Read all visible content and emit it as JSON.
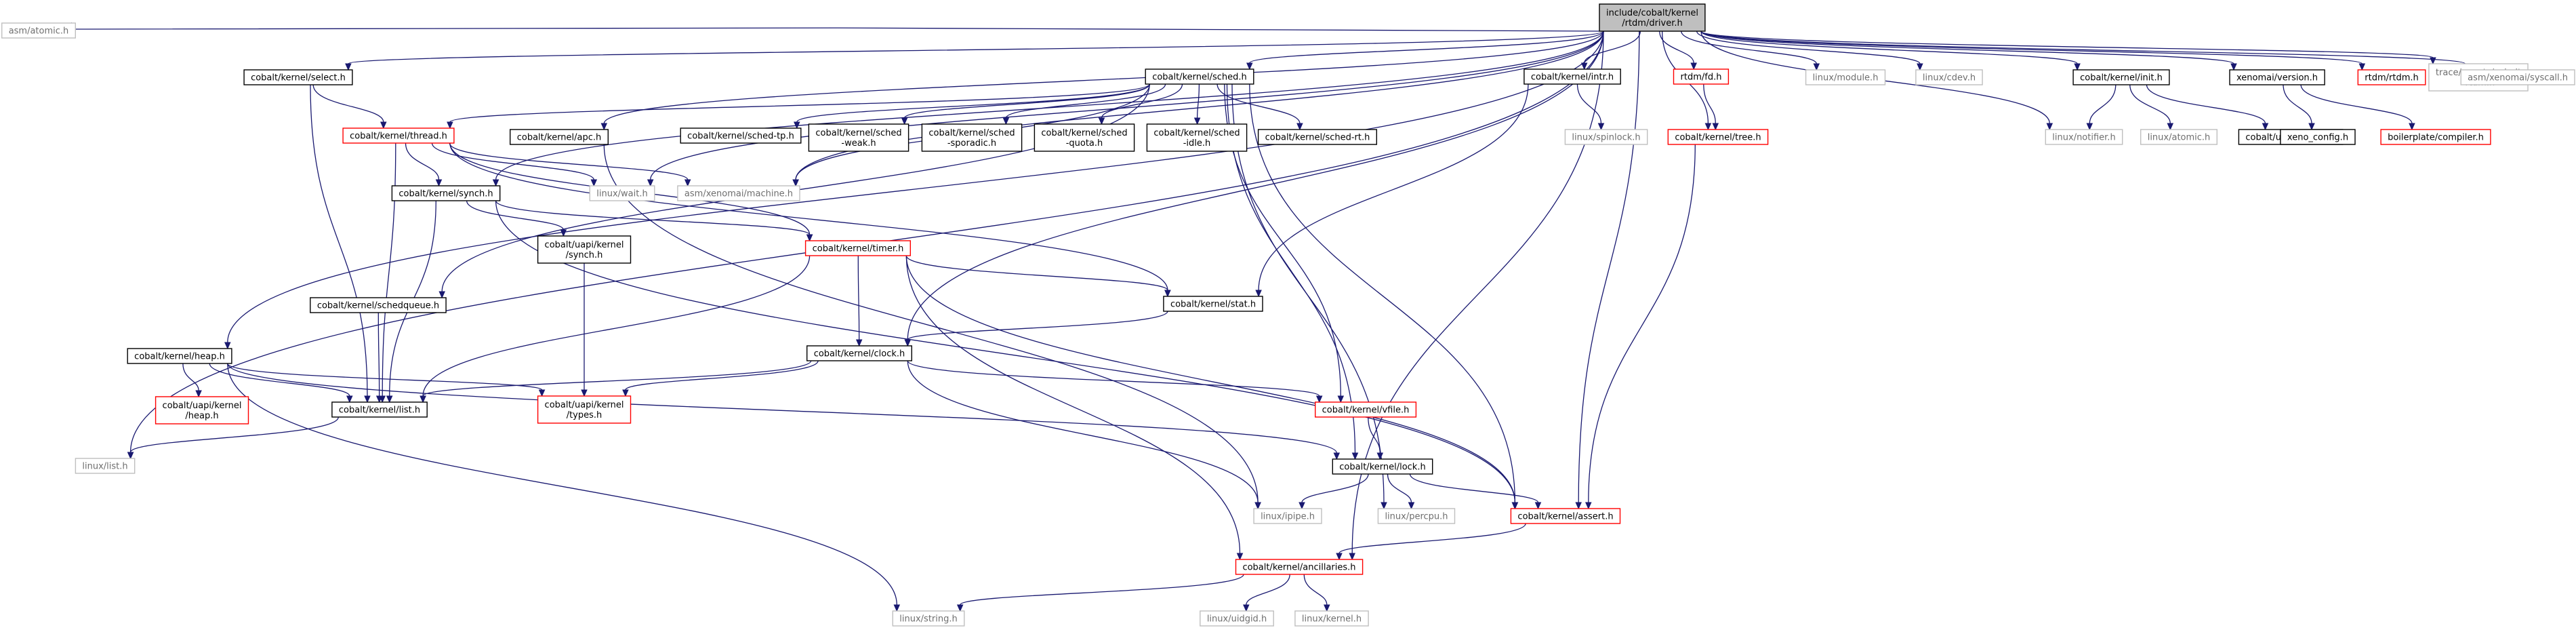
{
  "diagram": {
    "colors": {
      "edge": "#191970",
      "box_border_black": "#000000",
      "box_border_red": "#ff0000",
      "box_border_gray": "#bfbfbf",
      "root_fill": "#bfbfbf",
      "text_gray": "#6e6e6e"
    },
    "nodes": [
      {
        "id": "root",
        "lines": [
          "include/cobalt/kernel",
          "/rtdm/driver.h"
        ],
        "kind": "root"
      },
      {
        "id": "asm_atomic",
        "lines": [
          "asm/atomic.h"
        ],
        "kind": "gray"
      },
      {
        "id": "linux_list",
        "lines": [
          "linux/list.h"
        ],
        "kind": "gray"
      },
      {
        "id": "select",
        "lines": [
          "cobalt/kernel/select.h"
        ],
        "kind": "black"
      },
      {
        "id": "heap",
        "lines": [
          "cobalt/kernel/heap.h"
        ],
        "kind": "black"
      },
      {
        "id": "uapi_heap",
        "lines": [
          "cobalt/uapi/kernel",
          "/heap.h"
        ],
        "kind": "red"
      },
      {
        "id": "thread",
        "lines": [
          "cobalt/kernel/thread.h"
        ],
        "kind": "red"
      },
      {
        "id": "schedqueue",
        "lines": [
          "cobalt/kernel/schedqueue.h"
        ],
        "kind": "black"
      },
      {
        "id": "klist",
        "lines": [
          "cobalt/kernel/list.h"
        ],
        "kind": "black"
      },
      {
        "id": "sched",
        "lines": [
          "cobalt/kernel/sched.h"
        ],
        "kind": "black"
      },
      {
        "id": "apc",
        "lines": [
          "cobalt/kernel/apc.h"
        ],
        "kind": "black"
      },
      {
        "id": "sched_tp",
        "lines": [
          "cobalt/kernel/sched-tp.h"
        ],
        "kind": "black"
      },
      {
        "id": "sched_weak",
        "lines": [
          "cobalt/kernel/sched",
          "-weak.h"
        ],
        "kind": "black"
      },
      {
        "id": "sched_sporadic",
        "lines": [
          "cobalt/kernel/sched",
          "-sporadic.h"
        ],
        "kind": "black"
      },
      {
        "id": "sched_quota",
        "lines": [
          "cobalt/kernel/sched",
          "-quota.h"
        ],
        "kind": "black"
      },
      {
        "id": "sched_idle",
        "lines": [
          "cobalt/kernel/sched",
          "-idle.h"
        ],
        "kind": "black"
      },
      {
        "id": "sched_rt",
        "lines": [
          "cobalt/kernel/sched-rt.h"
        ],
        "kind": "black"
      },
      {
        "id": "ksynch",
        "lines": [
          "cobalt/kernel/synch.h"
        ],
        "kind": "black"
      },
      {
        "id": "linux_wait",
        "lines": [
          "linux/wait.h"
        ],
        "kind": "gray"
      },
      {
        "id": "asm_machine",
        "lines": [
          "asm/xenomai/machine.h"
        ],
        "kind": "gray"
      },
      {
        "id": "uapi_synch",
        "lines": [
          "cobalt/uapi/kernel",
          "/synch.h"
        ],
        "kind": "black"
      },
      {
        "id": "timer",
        "lines": [
          "cobalt/kernel/timer.h"
        ],
        "kind": "red"
      },
      {
        "id": "uapi_types",
        "lines": [
          "cobalt/uapi/kernel",
          "/types.h"
        ],
        "kind": "red"
      },
      {
        "id": "clock",
        "lines": [
          "cobalt/kernel/clock.h"
        ],
        "kind": "black"
      },
      {
        "id": "stat",
        "lines": [
          "cobalt/kernel/stat.h"
        ],
        "kind": "black"
      },
      {
        "id": "intr",
        "lines": [
          "cobalt/kernel/intr.h"
        ],
        "kind": "black"
      },
      {
        "id": "linux_spinlock",
        "lines": [
          "linux/spinlock.h"
        ],
        "kind": "gray"
      },
      {
        "id": "vfile",
        "lines": [
          "cobalt/kernel/vfile.h"
        ],
        "kind": "red"
      },
      {
        "id": "lock",
        "lines": [
          "cobalt/kernel/lock.h"
        ],
        "kind": "black"
      },
      {
        "id": "linux_ipipe",
        "lines": [
          "linux/ipipe.h"
        ],
        "kind": "gray"
      },
      {
        "id": "linux_percpu",
        "lines": [
          "linux/percpu.h"
        ],
        "kind": "gray"
      },
      {
        "id": "assert",
        "lines": [
          "cobalt/kernel/assert.h"
        ],
        "kind": "red"
      },
      {
        "id": "ancillaries",
        "lines": [
          "cobalt/kernel/ancillaries.h"
        ],
        "kind": "red"
      },
      {
        "id": "linux_string",
        "lines": [
          "linux/string.h"
        ],
        "kind": "gray"
      },
      {
        "id": "linux_uidgid",
        "lines": [
          "linux/uidgid.h"
        ],
        "kind": "gray"
      },
      {
        "id": "linux_kernel",
        "lines": [
          "linux/kernel.h"
        ],
        "kind": "gray"
      },
      {
        "id": "rtdm_fd",
        "lines": [
          "rtdm/fd.h"
        ],
        "kind": "red"
      },
      {
        "id": "tree",
        "lines": [
          "cobalt/kernel/tree.h"
        ],
        "kind": "red"
      },
      {
        "id": "linux_module",
        "lines": [
          "linux/module.h"
        ],
        "kind": "gray"
      },
      {
        "id": "linux_cdev",
        "lines": [
          "linux/cdev.h"
        ],
        "kind": "gray"
      },
      {
        "id": "init",
        "lines": [
          "cobalt/kernel/init.h"
        ],
        "kind": "black"
      },
      {
        "id": "linux_notifier",
        "lines": [
          "linux/notifier.h"
        ],
        "kind": "gray"
      },
      {
        "id": "linux_atomic",
        "lines": [
          "linux/atomic.h"
        ],
        "kind": "gray"
      },
      {
        "id": "uapi_corectl",
        "lines": [
          "cobalt/uapi/corectl.h"
        ],
        "kind": "black"
      },
      {
        "id": "xversion",
        "lines": [
          "xenomai/version.h"
        ],
        "kind": "black"
      },
      {
        "id": "xeno_config",
        "lines": [
          "xeno_config.h"
        ],
        "kind": "black"
      },
      {
        "id": "bp_compiler",
        "lines": [
          "boilerplate/compiler.h"
        ],
        "kind": "red"
      },
      {
        "id": "rtdm_rtdm",
        "lines": [
          "rtdm/rtdm.h"
        ],
        "kind": "red"
      },
      {
        "id": "trace_rtdm",
        "lines": [
          "trace/events/cobalt",
          "-rtdm.h"
        ],
        "kind": "gray"
      },
      {
        "id": "asm_syscall",
        "lines": [
          "asm/xenomai/syscall.h"
        ],
        "kind": "gray"
      }
    ],
    "edges": [
      [
        "root",
        "asm_atomic"
      ],
      [
        "root",
        "linux_list"
      ],
      [
        "root",
        "select"
      ],
      [
        "root",
        "heap"
      ],
      [
        "root",
        "sched"
      ],
      [
        "root",
        "ksynch"
      ],
      [
        "root",
        "clock"
      ],
      [
        "root",
        "intr"
      ],
      [
        "root",
        "rtdm_fd"
      ],
      [
        "root",
        "tree"
      ],
      [
        "root",
        "linux_module"
      ],
      [
        "root",
        "linux_cdev"
      ],
      [
        "root",
        "init"
      ],
      [
        "root",
        "linux_notifier"
      ],
      [
        "root",
        "xversion"
      ],
      [
        "root",
        "rtdm_rtdm"
      ],
      [
        "root",
        "trace_rtdm"
      ],
      [
        "root",
        "asm_syscall"
      ],
      [
        "root",
        "assert"
      ],
      [
        "root",
        "ancillaries"
      ],
      [
        "root",
        "apc"
      ],
      [
        "root",
        "linux_wait"
      ],
      [
        "root",
        "asm_machine"
      ],
      [
        "select",
        "thread"
      ],
      [
        "select",
        "klist"
      ],
      [
        "heap",
        "uapi_heap"
      ],
      [
        "heap",
        "klist"
      ],
      [
        "heap",
        "uapi_types"
      ],
      [
        "heap",
        "lock"
      ],
      [
        "heap",
        "linux_string"
      ],
      [
        "thread",
        "klist"
      ],
      [
        "thread",
        "ksynch"
      ],
      [
        "thread",
        "linux_wait"
      ],
      [
        "thread",
        "asm_machine"
      ],
      [
        "thread",
        "timer"
      ],
      [
        "thread",
        "stat"
      ],
      [
        "sched",
        "thread"
      ],
      [
        "sched",
        "schedqueue"
      ],
      [
        "sched",
        "sched_tp"
      ],
      [
        "sched",
        "sched_weak"
      ],
      [
        "sched",
        "sched_sporadic"
      ],
      [
        "sched",
        "sched_quota"
      ],
      [
        "sched",
        "sched_idle"
      ],
      [
        "sched",
        "sched_rt"
      ],
      [
        "sched",
        "vfile"
      ],
      [
        "sched",
        "lock"
      ],
      [
        "sched",
        "linux_percpu"
      ],
      [
        "sched",
        "assert"
      ],
      [
        "sched",
        "asm_machine"
      ],
      [
        "apc",
        "linux_ipipe"
      ],
      [
        "schedqueue",
        "klist"
      ],
      [
        "ksynch",
        "klist"
      ],
      [
        "ksynch",
        "uapi_synch"
      ],
      [
        "ksynch",
        "timer"
      ],
      [
        "ksynch",
        "assert"
      ],
      [
        "uapi_synch",
        "uapi_types"
      ],
      [
        "timer",
        "clock"
      ],
      [
        "timer",
        "stat"
      ],
      [
        "timer",
        "klist"
      ],
      [
        "timer",
        "assert"
      ],
      [
        "timer",
        "ancillaries"
      ],
      [
        "clock",
        "klist"
      ],
      [
        "clock",
        "uapi_types"
      ],
      [
        "clock",
        "vfile"
      ],
      [
        "clock",
        "linux_ipipe"
      ],
      [
        "stat",
        "clock"
      ],
      [
        "intr",
        "stat"
      ],
      [
        "intr",
        "linux_spinlock"
      ],
      [
        "vfile",
        "lock"
      ],
      [
        "lock",
        "linux_ipipe"
      ],
      [
        "lock",
        "linux_percpu"
      ],
      [
        "lock",
        "assert"
      ],
      [
        "assert",
        "ancillaries"
      ],
      [
        "ancillaries",
        "linux_string"
      ],
      [
        "ancillaries",
        "linux_uidgid"
      ],
      [
        "ancillaries",
        "linux_kernel"
      ],
      [
        "klist",
        "linux_list"
      ],
      [
        "rtdm_fd",
        "tree"
      ],
      [
        "tree",
        "assert"
      ],
      [
        "init",
        "linux_atomic"
      ],
      [
        "init",
        "linux_notifier"
      ],
      [
        "init",
        "uapi_corectl"
      ],
      [
        "xversion",
        "xeno_config"
      ],
      [
        "xversion",
        "bp_compiler"
      ]
    ]
  }
}
